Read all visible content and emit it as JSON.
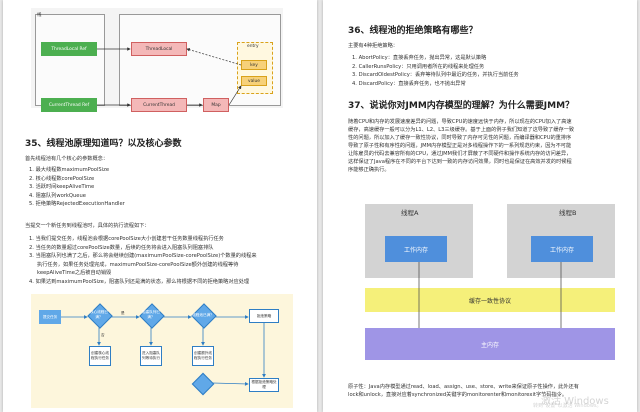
{
  "left": {
    "figure1": {
      "tag": "线",
      "thread_local_ref": "ThreadLocal Ref",
      "thread_local": "ThreadLocal",
      "current_thread_ref": "CurrentThread Ref",
      "current_thread": "CurrentThread",
      "map": "Map",
      "entry": "entry",
      "key": "key",
      "value": "value"
    },
    "q35_title": "35、线程池原理知道吗？以及核心参数",
    "q35_intro": "首先线程池有几个核心的参数概念：",
    "params": [
      "1. 最大线程数maximumPoolSize",
      "2. 核心线程数corePoolSize",
      "3. 活跃时间keepAliveTime",
      "4. 阻塞队列workQueue",
      "5. 拒绝策略RejectedExecutionHandler"
    ],
    "flow_intro": "当提交一个新任务到线程池时，具体的执行流程如下：",
    "flow_steps": [
      "1. 当我们提交任务，线程池会根据corePoolSize大小创建若干任务数量线程执行任务",
      "2. 当任务的数量超过corePoolSize数量，后续的任务将会进入阻塞队列阻塞排队",
      "3. 当阻塞队列也满了之后，那么将会继续创建(maximumPoolSize-corePoolSize)个数量的线程来",
      "执行任务，如果任务处理完成，maximumPoolSize-corePoolSize额外创建的线程等待",
      "keepAliveTime之后被自动销毁",
      "4. 如果达到maximumPoolSize，阻塞队列还是满的状态，那么将根据不同的拒绝策略对应处理"
    ],
    "figure2": {
      "submit": "提交任务",
      "d1": "核心线程已满？",
      "d2": "阻塞队列已满？",
      "d3": "线程池已满？",
      "create_core": "创建核心线程执行任务",
      "enqueue": "进入阻塞队列等待执行",
      "create_extra": "创建额外线程执行任务",
      "reject": "拒绝策略",
      "handle": "根据拒绝策略处理",
      "yes": "是",
      "no": "否"
    }
  },
  "right": {
    "q36_title": "36、线程池的拒绝策略有哪些？",
    "q36_intro": "主要有4种拒绝策略：",
    "policies": [
      "1. AbortPolicy：直接丢弃任务，抛出异常，这是默认策略",
      "2. CallerRunsPolicy：只用调用者所在的线程来处理任务",
      "3. DiscardOldestPolicy：丢弃等待队列中最近的任务，并执行当前任务",
      "4. DiscardPolicy：直接丢弃任务，也不抛出异常"
    ],
    "q37_title": "37、说说你对JMM内存模型的理解？为什么需要JMM？",
    "q37_paragraph": [
      "随着CPU和内存的发展速度差异的问题，导致CPU的速度远快于内存，所以现在的CPU加入了高速",
      "缓存，高速缓存一般可以分为L1、L2、L3三级缓存。基于上面的例子我们知道了这导致了缓存一致",
      "性的问题，所以加入了缓存一致性协议，同时导致了内存可见性的问题，而编译器和CPU的重排序",
      "导致了原子性和有序性的问题，JMM内存模型正是对多线程操作下的一系列规范约束，因为不可能",
      "让陈雇员的代码去兼容所有的CPU，通过JMM我们才屏蔽了不同硬件和操作系统内存的访问差异，",
      "这样保证了Java程序在不同的平台下达到一致的内存访问效果，同时也是保证在高效并发的时候程",
      "序能够正确执行。"
    ],
    "diagram": {
      "thread_a": "线程A",
      "thread_b": "线程B",
      "work_memory": "工作内存",
      "protocol": "缓存一致性协议",
      "main_memory": "主内存"
    },
    "footer": [
      "原子性：Java内存模型通过read、load、assign、use、store、write来保证原子性操作，此外还有",
      "lock和unlock，直接对应着synchronized关键字的monitorenter和monitorexit字节码指令。"
    ],
    "watermark1": "激活 Windows",
    "watermark2": "转到\"设置\"以激活 Windows。"
  },
  "colors": {
    "green": "#4caf50",
    "red_box": "#f4b8b8",
    "yellow_box": "#f5f07a",
    "purple_box": "#9f95e6",
    "blue": "#4f8fdc",
    "flow_blue": "#60a8e8"
  }
}
